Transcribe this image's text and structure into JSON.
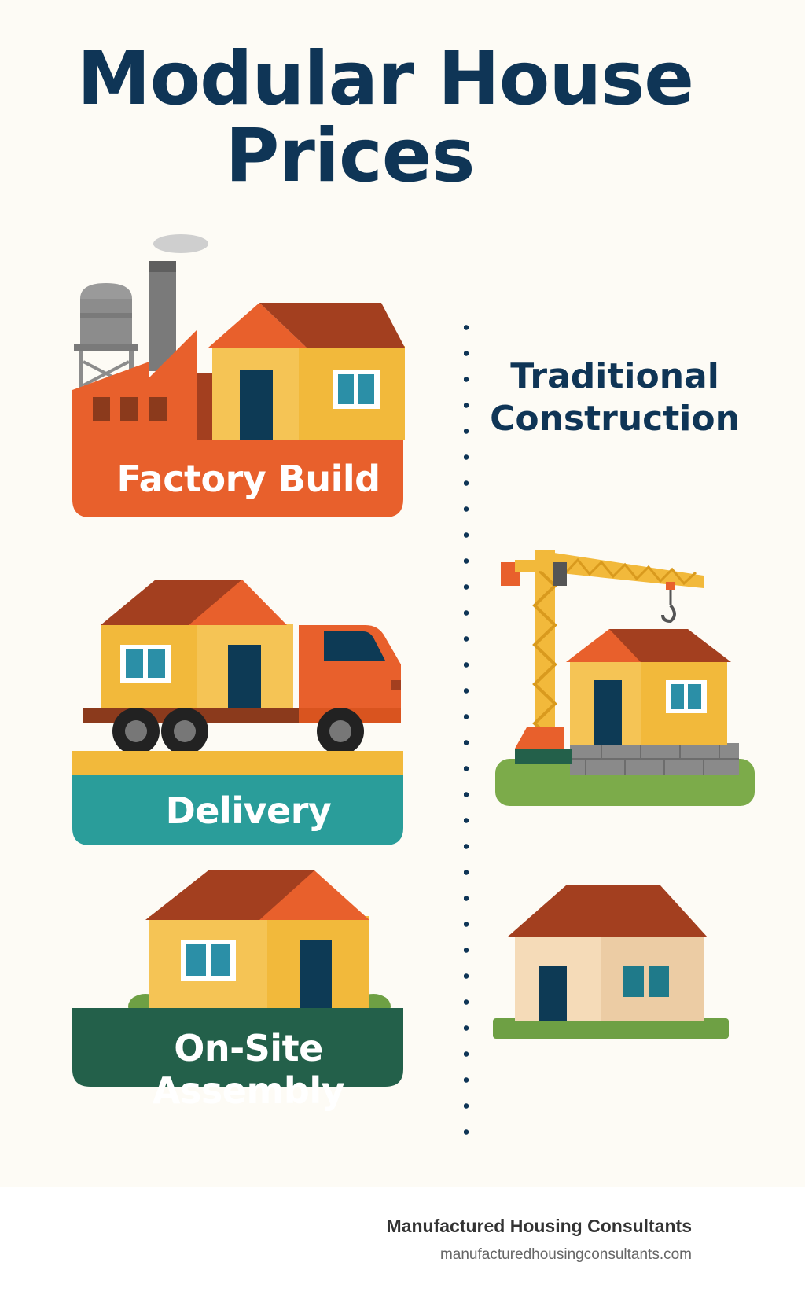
{
  "title": {
    "line1": "Modular House",
    "line2": "Prices"
  },
  "modular_steps": [
    {
      "label": "Factory Build",
      "icon": "factory-house-icon",
      "color": "#e8602c"
    },
    {
      "label": "Delivery",
      "icon": "delivery-truck-icon",
      "color": "#2a9d9a"
    },
    {
      "label": "On-Site Assembly",
      "icon": "assembled-house-icon",
      "color": "#23604a"
    }
  ],
  "traditional": {
    "heading_line1": "Traditional",
    "heading_line2": "Construction",
    "icons": [
      "crane-house-icon",
      "finished-house-icon"
    ]
  },
  "footer": {
    "brand": "Manufactured Housing Consultants",
    "url": "manufacturedhousingconsultants.com"
  },
  "colors": {
    "navy": "#0f3556",
    "orange": "#e8602c",
    "teal": "#2a9d9a",
    "green": "#23604a",
    "yellow": "#f2b93b",
    "roof": "#a33f1f",
    "background": "#fdfbf5"
  }
}
